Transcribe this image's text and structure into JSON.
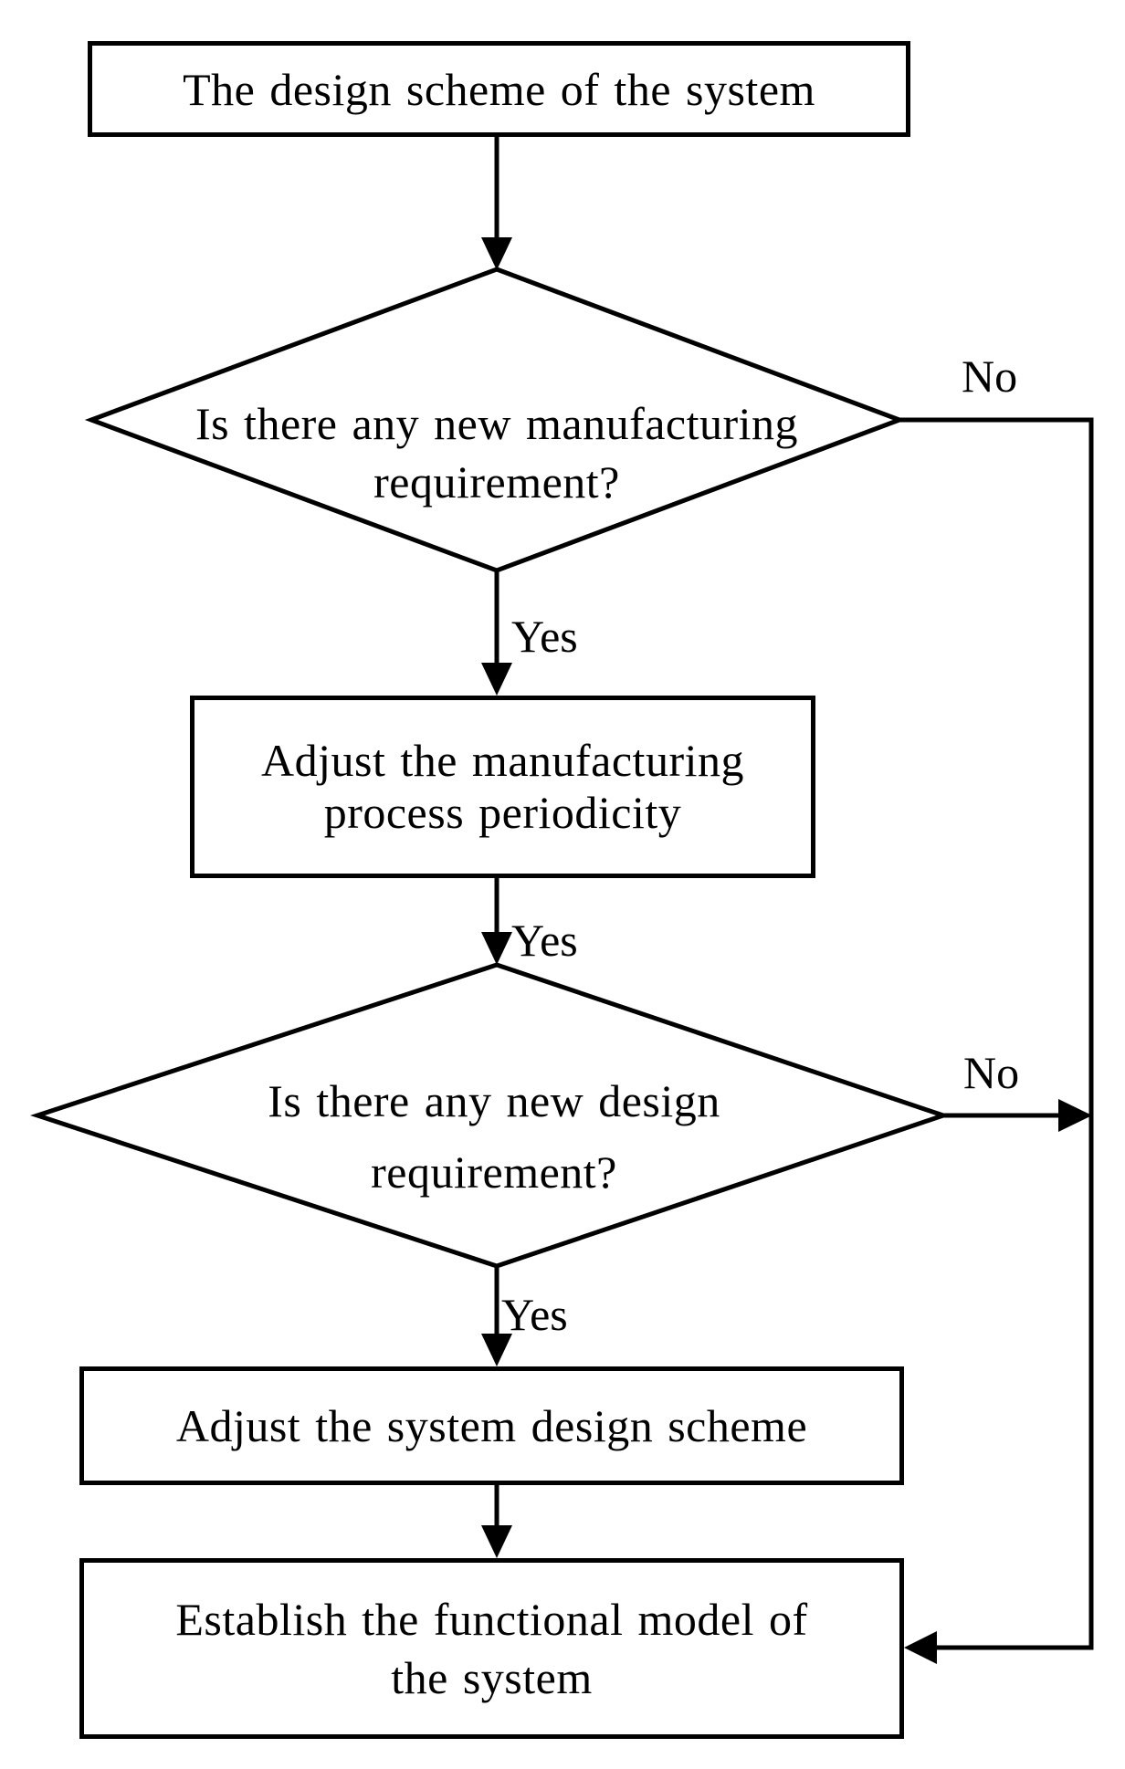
{
  "figure": {
    "type": "flowchart",
    "colors": {
      "background": "#ffffff",
      "line": "#000000",
      "text": "#000000"
    },
    "nodes": {
      "start": {
        "label": "The design scheme of the system"
      },
      "decision_manufacturing": {
        "line1": "Is there any new manufacturing",
        "line2": "requirement?"
      },
      "adjust_manufacturing": {
        "line1": "Adjust the manufacturing",
        "line2": "process periodicity"
      },
      "decision_design": {
        "line1": "Is there any new design",
        "line2": "requirement?"
      },
      "adjust_design": {
        "label": "Adjust the system design scheme"
      },
      "establish_model": {
        "line1": "Establish the functional model of",
        "line2": "the system"
      }
    },
    "edge_labels": {
      "yes_manufacturing": "Yes",
      "yes_after_adjust": "Yes",
      "yes_design": "Yes",
      "no_manufacturing": "No",
      "no_design": "No"
    }
  }
}
